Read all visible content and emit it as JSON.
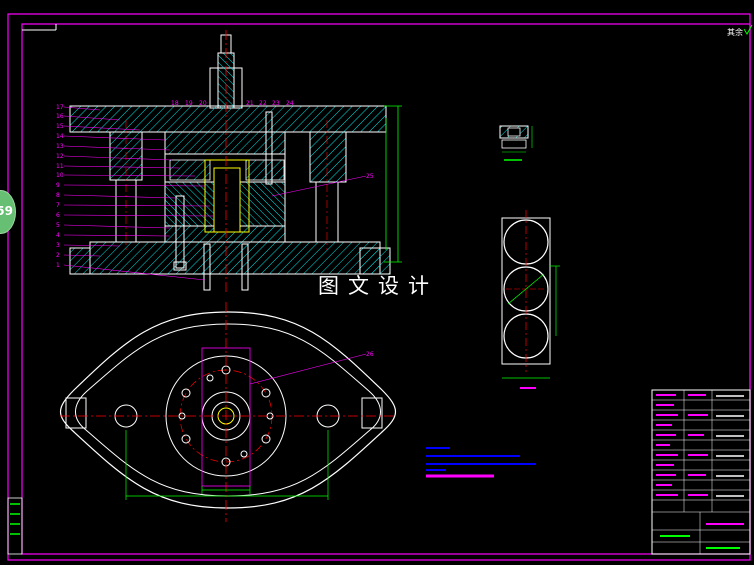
{
  "watermark": "图文设计",
  "page_badge": "59",
  "roughness_note": "其余",
  "callouts_left": [
    "17",
    "16",
    "15",
    "14",
    "13",
    "12",
    "11",
    "10",
    "9",
    "8",
    "7",
    "6",
    "5",
    "4",
    "3",
    "2",
    "1"
  ],
  "callouts_top": [
    "18",
    "19",
    "20",
    "21",
    "22",
    "23",
    "24"
  ],
  "callout_25": "25",
  "callout_26": "26",
  "colors": {
    "background": "#000000",
    "frame": "#ff00ff",
    "outline": "#ffffff",
    "center_line": "#ff0000",
    "hatch": "#00ffff",
    "dimension": "#00ff00",
    "callout": "#ff00ff",
    "notes": "#0000ff",
    "inner_part": "#ffff00"
  }
}
